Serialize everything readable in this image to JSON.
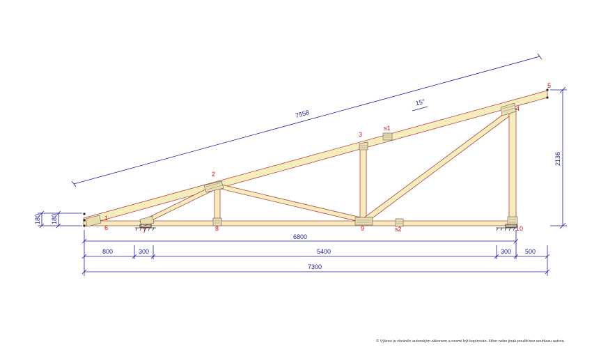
{
  "dimensions": {
    "rafter_length": "7558",
    "angle": "15°",
    "height": "2136",
    "heel_left": "180",
    "heel_right": "180",
    "span": "6800",
    "seg_a": "800",
    "seg_b": "300",
    "seg_c": "5400",
    "seg_d": "300",
    "seg_e": "500",
    "total": "7300"
  },
  "nodes": {
    "n1": "1",
    "n2": "2",
    "n3": "3",
    "n4": "4",
    "n5": "5",
    "n6": "6",
    "n7": "7",
    "n8": "8",
    "n9": "9",
    "n10": "10",
    "s1": "s1",
    "s2": "s2"
  },
  "colors": {
    "timber_fill": "#f6edbf",
    "timber_edge": "#b8423a",
    "dimension": "#1a1aa0",
    "node_label": "#d01010"
  },
  "footer": {
    "copyright": "© Výkres je chráněn autorským zákonem a nesmí být kopírován, šířen nebo jinak použit bez souhlasu autora."
  }
}
